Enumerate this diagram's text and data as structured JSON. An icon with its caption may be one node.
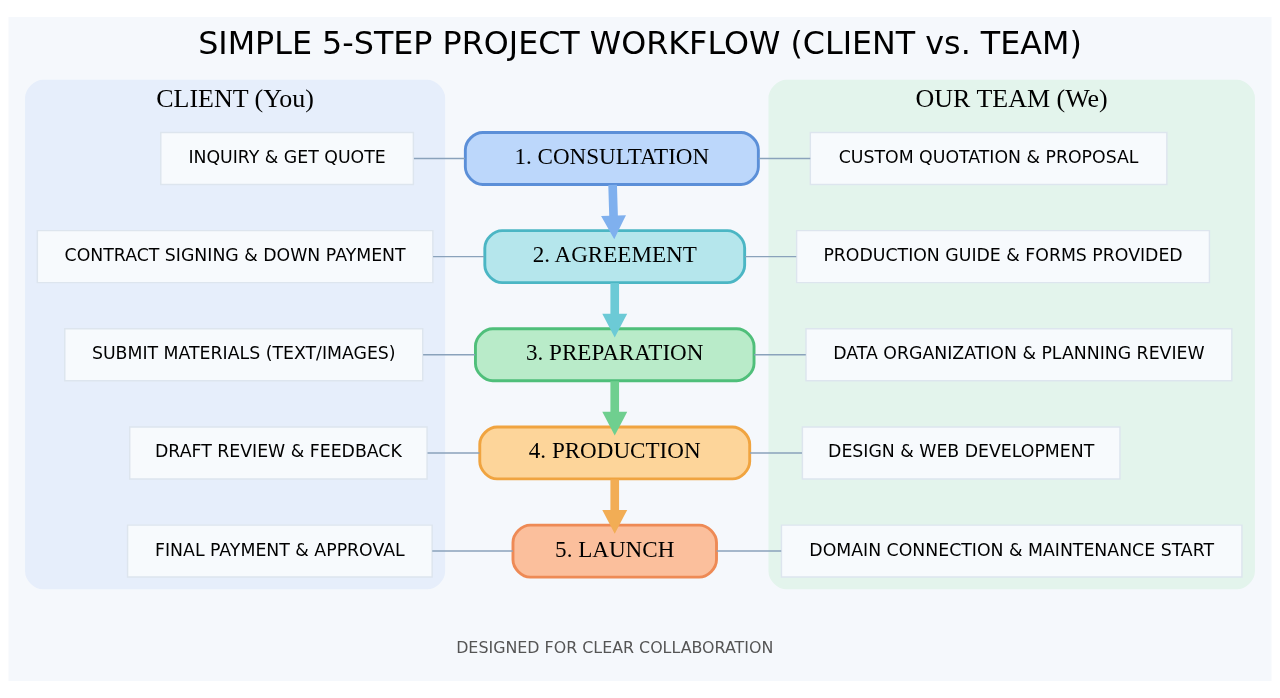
{
  "diagram": {
    "title": "SIMPLE 5-STEP PROJECT WORKFLOW (CLIENT vs. TEAM)",
    "caption": "DESIGNED FOR CLEAR COLLABORATION",
    "nodes": [
      {
        "text": [
          "CLIENT (You)"
        ]
      },
      {
        "text": [
          "OUR TEAM (We)"
        ]
      },
      {
        "text": [
          "INQUIRY & GET QUOTE"
        ],
        "in": 0
      },
      {
        "text": [
          "1. CONSULTATION"
        ]
      },
      {
        "text": [
          "CUSTOM QUOTATION & PROPOSAL"
        ],
        "in": 1
      },
      {
        "text": [
          "CONTRACT SIGNING & DOWN PAYMENT"
        ],
        "in": 0
      },
      {
        "text": [
          "2. AGREEMENT"
        ]
      },
      {
        "text": [
          "PRODUCTION GUIDE & FORMS PROVIDED"
        ],
        "in": 1
      },
      {
        "text": [
          "SUBMIT MATERIALS (TEXT/IMAGES)"
        ],
        "in": 0
      },
      {
        "text": [
          "3. PREPARATION"
        ]
      },
      {
        "text": [
          "DATA ORGANIZATION & PLANNING REVIEW"
        ],
        "in": 1
      },
      {
        "text": [
          "DRAFT REVIEW & FEEDBACK"
        ],
        "in": 0
      },
      {
        "text": [
          "4. PRODUCTION"
        ]
      },
      {
        "text": [
          "DESIGN & WEB DEVELOPMENT"
        ],
        "in": 1
      },
      {
        "text": [
          "FINAL PAYMENT & APPROVAL"
        ],
        "in": 0
      },
      {
        "text": [
          "5. LAUNCH"
        ]
      },
      {
        "text": [
          "DOMAIN CONNECTION & MAINTENANCE START"
        ],
        "in": 1
      }
    ],
    "edges": [
      {
        "from": 2,
        "to": 3,
        "arrow": "none"
      },
      {
        "from": 3,
        "to": 4,
        "arrow": "none"
      },
      {
        "from": 3,
        "to": 6,
        "arrow": "to",
        "style": "thick",
        "color": "#7fb0ee"
      },
      {
        "from": 5,
        "to": 6,
        "arrow": "none"
      },
      {
        "from": 6,
        "to": 7,
        "arrow": "none"
      },
      {
        "from": 6,
        "to": 9,
        "arrow": "to",
        "style": "thick",
        "color": "#6ccad6"
      },
      {
        "from": 8,
        "to": 9,
        "arrow": "none"
      },
      {
        "from": 9,
        "to": 10,
        "arrow": "none"
      },
      {
        "from": 9,
        "to": 12,
        "arrow": "to",
        "style": "thick",
        "color": "#6fcf8f"
      },
      {
        "from": 11,
        "to": 12,
        "arrow": "none"
      },
      {
        "from": 12,
        "to": 13,
        "arrow": "none"
      },
      {
        "from": 12,
        "to": 15,
        "arrow": "to",
        "style": "thick",
        "color": "#f2ad55"
      },
      {
        "from": 14,
        "to": 15,
        "arrow": "none"
      },
      {
        "from": 15,
        "to": 16,
        "arrow": "none"
      }
    ]
  }
}
